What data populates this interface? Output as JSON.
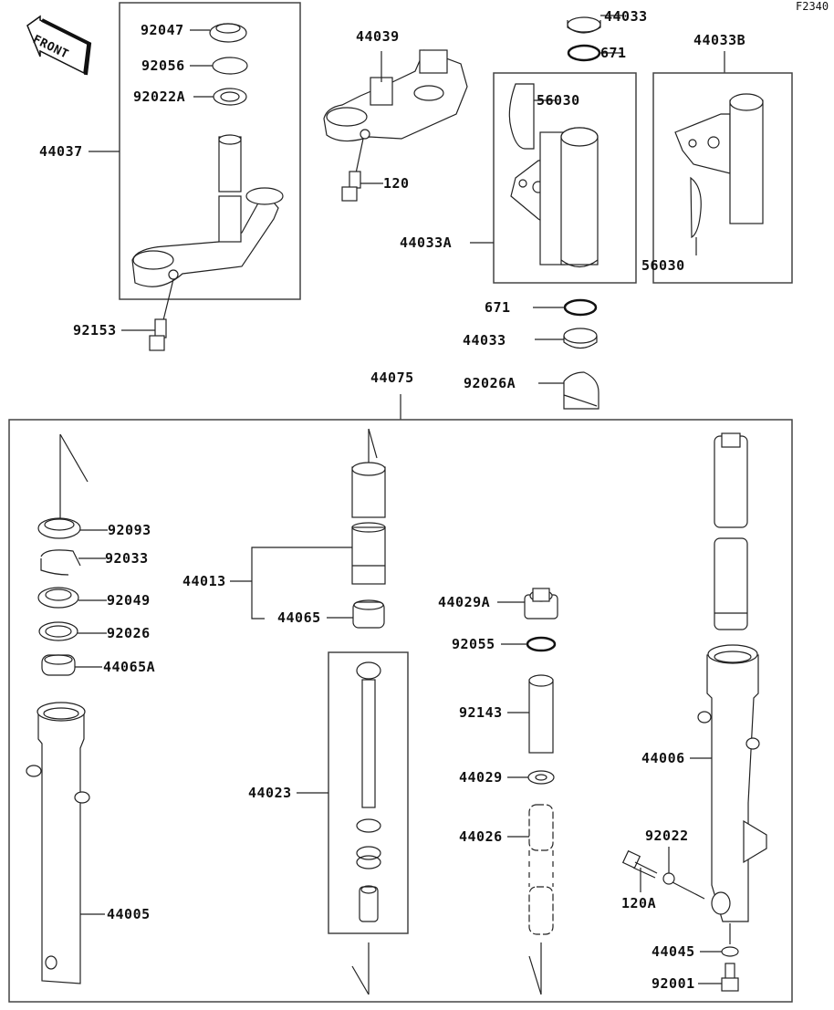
{
  "diagram": {
    "title": "Front Fork",
    "figure_code": "F2340",
    "front_indicator": "FRONT",
    "parts": {
      "p92047": "92047",
      "p92056": "92056",
      "p92022A": "92022A",
      "p44037": "44037",
      "p92153": "92153",
      "p44039": "44039",
      "p120": "120",
      "p44033_top": "44033",
      "p671_top": "671",
      "p44033B": "44033B",
      "p56030_a": "56030",
      "p44033A": "44033A",
      "p56030_b": "56030",
      "p671_bottom": "671",
      "p44033_bottom": "44033",
      "p92026A": "92026A",
      "p44075": "44075",
      "p92093": "92093",
      "p92033": "92033",
      "p92049": "92049",
      "p92026": "92026",
      "p44065A": "44065A",
      "p44005": "44005",
      "p44013": "44013",
      "p44065": "44065",
      "p44023": "44023",
      "p44029A": "44029A",
      "p92055": "92055",
      "p92143": "92143",
      "p44029": "44029",
      "p44026": "44026",
      "p44006": "44006",
      "p92022": "92022",
      "p120A": "120A",
      "p44045": "44045",
      "p92001": "92001"
    }
  }
}
